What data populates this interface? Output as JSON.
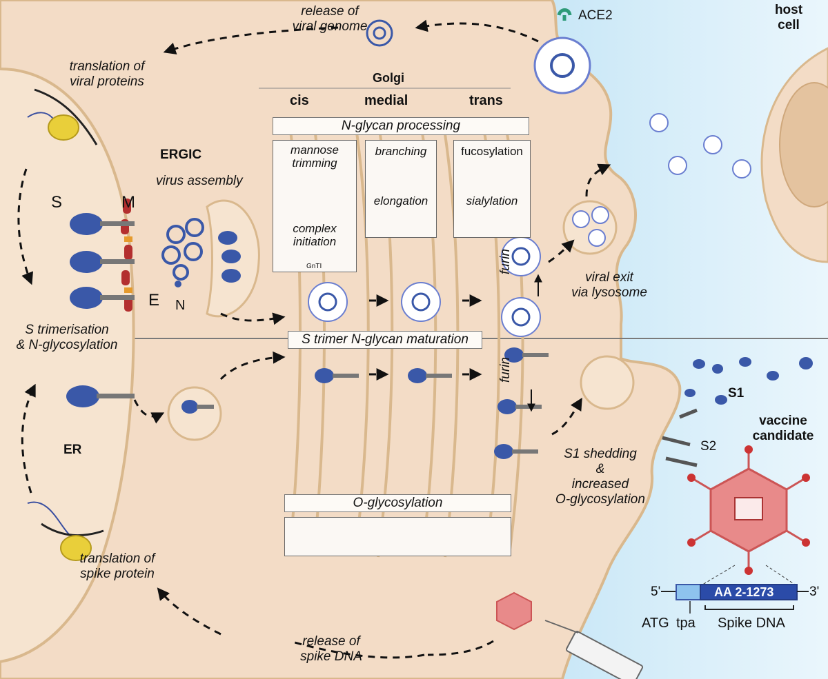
{
  "labels": {
    "release_viral_genome": [
      "release of",
      "viral genome"
    ],
    "ace2": "ACE2",
    "host_cell": [
      "host",
      "cell"
    ],
    "translation_viral_proteins": [
      "translation of",
      "viral proteins"
    ],
    "golgi": "Golgi",
    "cis": "cis",
    "medial": "medial",
    "trans": "trans",
    "ergic": "ERGIC",
    "virus_assembly": "virus assembly",
    "n_glycan_processing": "N-glycan processing",
    "mannose_trimming": [
      "mannose",
      "trimming"
    ],
    "complex_initiation": [
      "complex",
      "initiation"
    ],
    "gnti": "GnTI",
    "branching": "branching",
    "elongation": "elongation",
    "fucosylation": "fucosylation",
    "sialylation": "sialylation",
    "s_label": "S",
    "m_label": "M",
    "e_label": "E",
    "n_label": "N",
    "furin_top": "furin",
    "furin_bottom": "furin",
    "viral_exit": [
      "viral exit",
      "via lysosome"
    ],
    "s_trimerisation": [
      "S trimerisation",
      "& N-glycosylation"
    ],
    "s_trimer_maturation": "S trimer N-glycan maturation",
    "er": "ER",
    "s1": "S1",
    "s2": "S2",
    "vaccine_candidate": [
      "vaccine",
      "candidate"
    ],
    "s1_shedding": [
      "S1 shedding",
      "&",
      "increased",
      "O-glycosylation"
    ],
    "o_glycosylation": "O-glycosylation",
    "translation_spike": [
      "translation of",
      "spike protein"
    ],
    "release_spike_dna": [
      "release of",
      "spike DNA"
    ],
    "five_prime": "5'",
    "three_prime": "3'",
    "aa_range": "AA 2-1273",
    "atg": "ATG",
    "tpa": "tpa",
    "spike_dna": "Spike DNA"
  },
  "colors": {
    "cytoplasm": "#f3dcc6",
    "membrane": "#d9b88d",
    "extracellular": "#7fc6ea",
    "spike_blue": "#3a58a8",
    "m_protein": "#b32f2f",
    "e_protein": "#e59a2d",
    "ribosome": "#e9cf3a",
    "ace2": "#2e9a78",
    "adenovirus": "#e88a8a"
  }
}
